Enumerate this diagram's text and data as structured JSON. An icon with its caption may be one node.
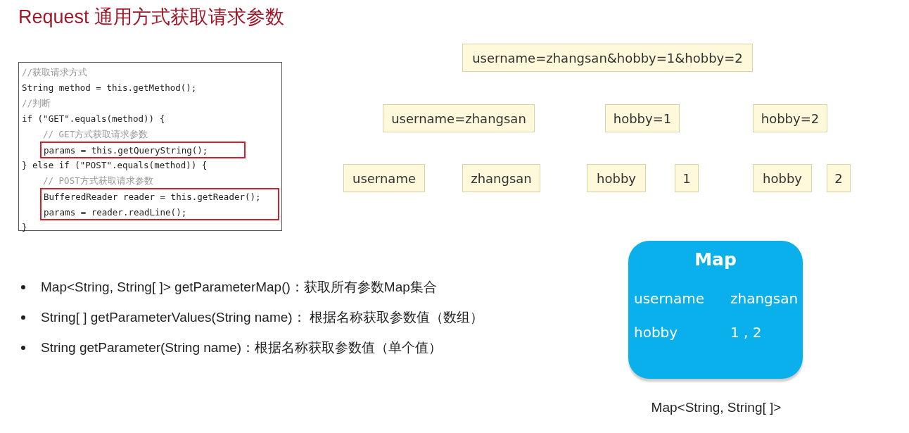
{
  "diagram": {
    "title": "Request 通用方式获取请求参数",
    "nodes": [
      {
        "text": [
          "//获取请求方式",
          "String method = this.getMethod();",
          "//判断",
          "if (\"GET\".equals(method)) {",
          "// GET方式获取请求参数",
          "} else if (\"POST\".equals(method)) {",
          "// POST方式获取请求参数",
          "}"
        ]
      },
      {
        "text": [
          "params = this.getQueryString();"
        ],
        "in": 0
      },
      {
        "text": [
          "BufferedReader reader = this.getReader();",
          "params = reader.readLine();"
        ],
        "in": 0
      },
      {
        "text": [
          "username=zhangsan&hobby=1&hobby=2"
        ]
      },
      {
        "text": [
          "username=zhangsan"
        ]
      },
      {
        "text": [
          "hobby=1"
        ]
      },
      {
        "text": [
          "hobby=2"
        ]
      },
      {
        "text": [
          "username"
        ]
      },
      {
        "text": [
          "zhangsan"
        ]
      },
      {
        "text": [
          "hobby"
        ]
      },
      {
        "text": [
          "1"
        ]
      },
      {
        "text": [
          "hobby"
        ]
      },
      {
        "text": [
          "2"
        ]
      },
      {
        "text": [
          "Map",
          "username",
          "zhangsan",
          "hobby",
          "1 , 2"
        ],
        "beside": [
          "Map<String, String[ ]>"
        ]
      }
    ],
    "labels": [
      "Map<String, String[ ]> getParameterMap()：获取所有参数Map集合",
      "String[ ] getParameterValues(String name)： 根据名称获取参数值（数组）",
      "String getParameter(String name)：根据名称获取参数值（单个值）"
    ]
  }
}
